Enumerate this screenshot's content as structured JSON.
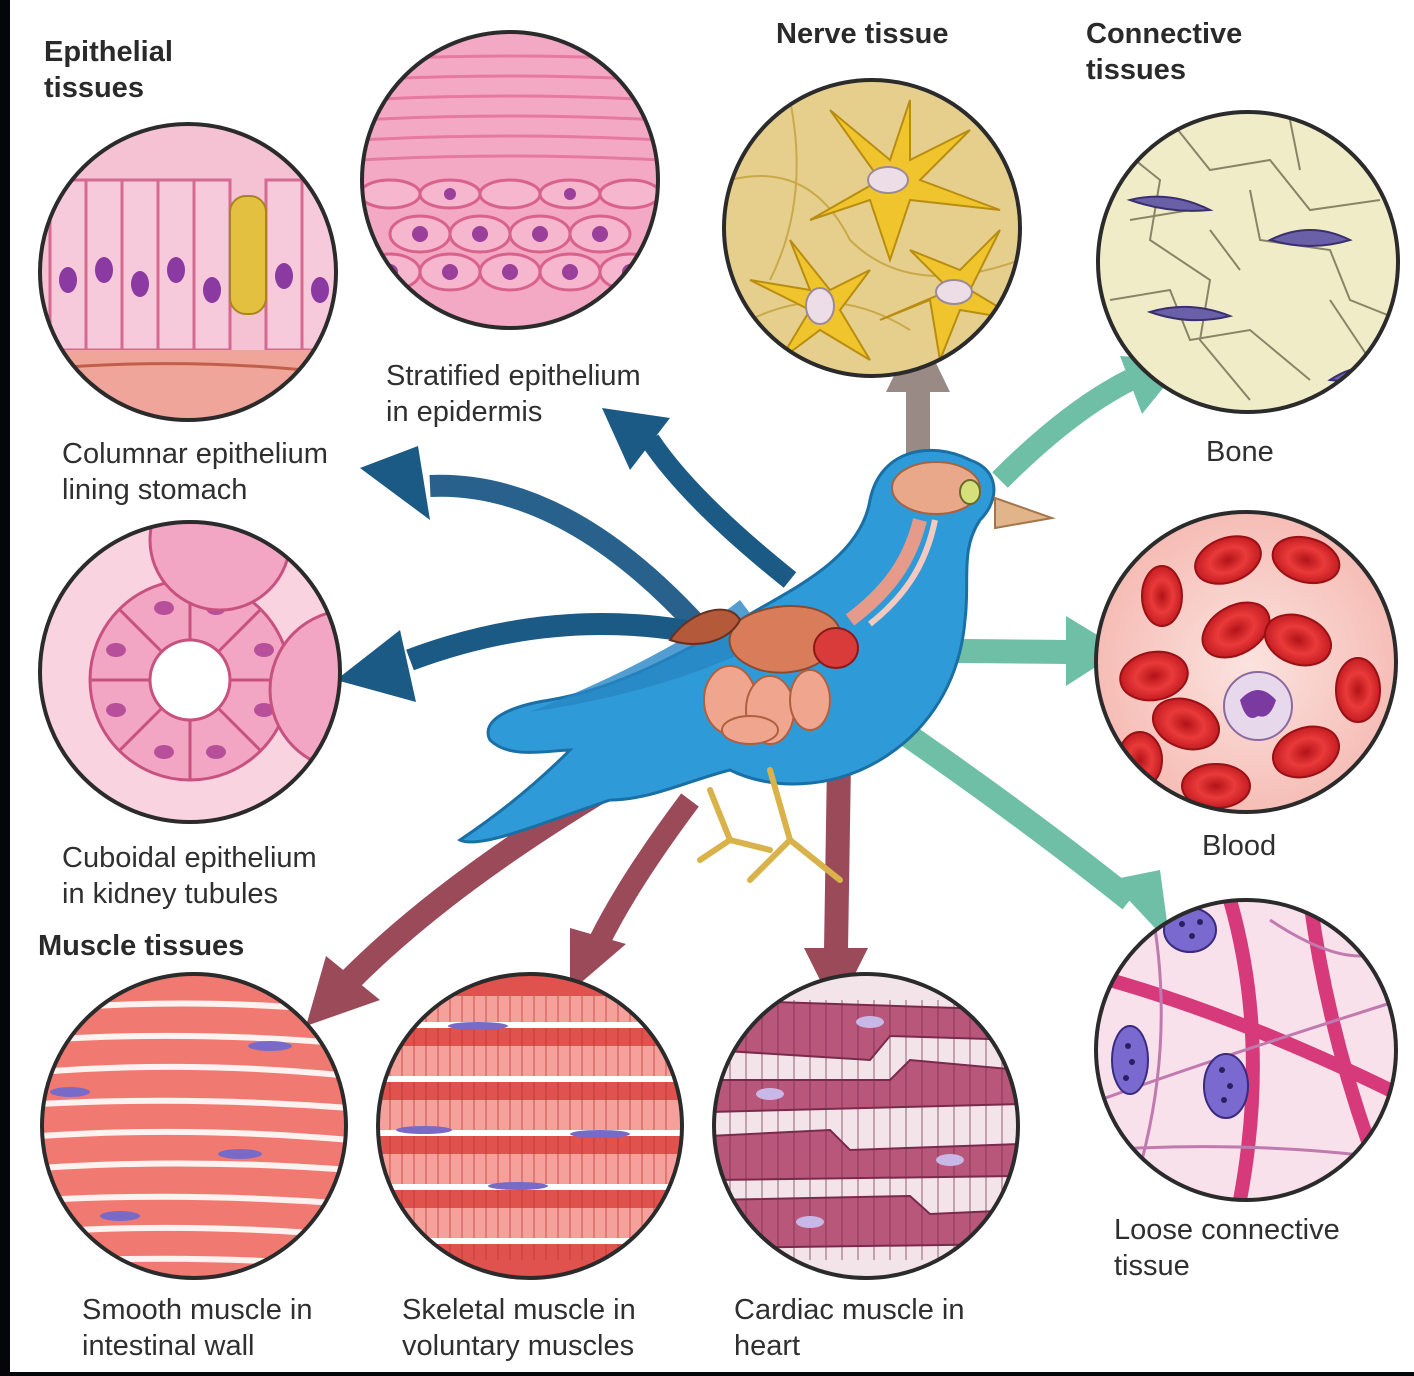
{
  "headings": {
    "epithelial": [
      "Epithelial",
      "tissues"
    ],
    "nerve": [
      "Nerve tissue"
    ],
    "connective": [
      "Connective",
      "tissues"
    ],
    "muscle": [
      "Muscle tissues"
    ]
  },
  "tissues": {
    "columnar": [
      "Columnar epithelium",
      "lining stomach"
    ],
    "stratified": [
      "Stratified epithelium",
      "in epidermis"
    ],
    "cuboidal": [
      "Cuboidal epithelium",
      "in kidney tubules"
    ],
    "bone": [
      "Bone"
    ],
    "blood": [
      "Blood"
    ],
    "loose": [
      "Loose connective",
      "tissue"
    ],
    "smooth": [
      "Smooth muscle in",
      "intestinal wall"
    ],
    "skeletal": [
      "Skeletal muscle in",
      "voluntary muscles"
    ],
    "cardiac": [
      "Cardiac muscle in",
      "heart"
    ]
  },
  "colors": {
    "epithelial_arrow": "#1c5a86",
    "nerve_arrow": "#9a8a86",
    "connective_arrow": "#6fbfa6",
    "muscle_arrow": "#9b4a5a",
    "bird": "#2f9ad8",
    "epithelium": "#f2a6c4",
    "nerve": "#e9c24a",
    "bone": "#f1ecc8",
    "blood": "#d8242b",
    "muscle": "#e05a5a"
  }
}
